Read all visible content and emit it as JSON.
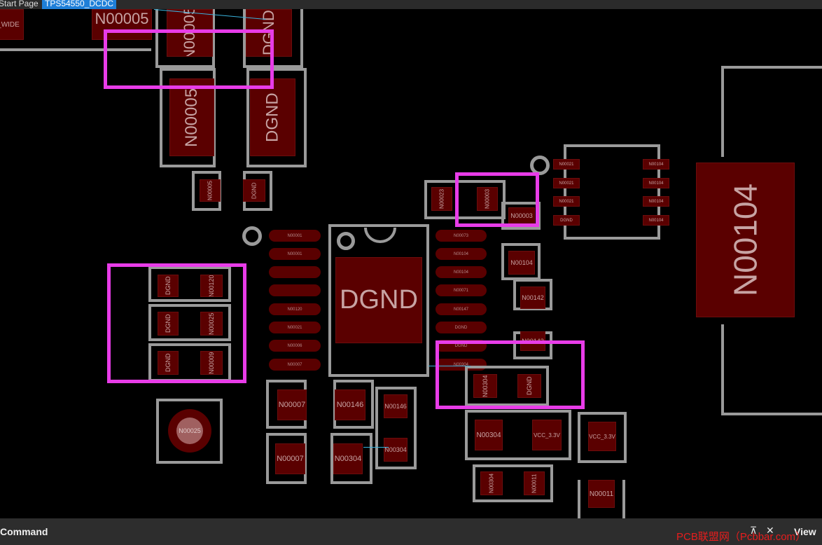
{
  "tabs": [
    {
      "label": "Start Page",
      "active": false
    },
    {
      "label": "TPS54550_DCDC",
      "active": true
    }
  ],
  "pcb": {
    "top_left_net": "_WIDE",
    "big_nets": {
      "n5a": "N00005",
      "n5b": "N00005",
      "d1": "DGND",
      "n5c": "N00005",
      "d2": "DGND"
    },
    "small_pads": {
      "n5": "N00005",
      "d": "DGND"
    },
    "ic_left_pins": [
      "N00001",
      "N00001",
      "",
      "",
      "N00120",
      "N00021",
      "N00006",
      "N00007"
    ],
    "ic_right_pins": [
      "N00073",
      "N00104",
      "N00104",
      "N00071",
      "N00147",
      "DGND",
      "DGND",
      "N00304"
    ],
    "ic_center": "DGND",
    "n23": "N00023",
    "n3a": "N00003",
    "n3b": "N00003",
    "n104a": "N00104",
    "n142": "N00142",
    "n_part": "N00142",
    "block_nets": {
      "r1a": "DGND",
      "r1b": "N00120",
      "r2a": "DGND",
      "r2b": "N00025",
      "r3a": "DGND",
      "r3b": "N00009"
    },
    "via_label": "N00025",
    "bottom": {
      "n7a": "N00007",
      "n146a": "N00146",
      "n146b": "N00146",
      "n7b": "N00007",
      "n304a": "N00304",
      "n304b": "N00304",
      "n304c": "N00304",
      "dg": "DGND",
      "n304d": "N00304",
      "vcc1": "VCC_3.3V",
      "vcc2": "VCC_3.3V",
      "n304e": "N00304",
      "n11a": "N00011",
      "n11b": "N00011"
    },
    "chip_left": [
      "N00021",
      "N00021",
      "N00021",
      "DGND"
    ],
    "chip_right": [
      "N00104",
      "N00104",
      "N00104",
      "N00104"
    ],
    "big_right": "N00104"
  },
  "command_panel": {
    "title": "Command",
    "pin_icon": "⊼",
    "close_icon": "✕",
    "view_label": "View"
  },
  "watermark": "PCB联盟网（Pcbbar.com）",
  "colors": {
    "pad_fill": "#5a0000",
    "silkscreen": "#9a9a9a",
    "highlight": "#e83ce8",
    "ratsnest": "#39b3dd",
    "tab_active": "#1e7fd8"
  }
}
